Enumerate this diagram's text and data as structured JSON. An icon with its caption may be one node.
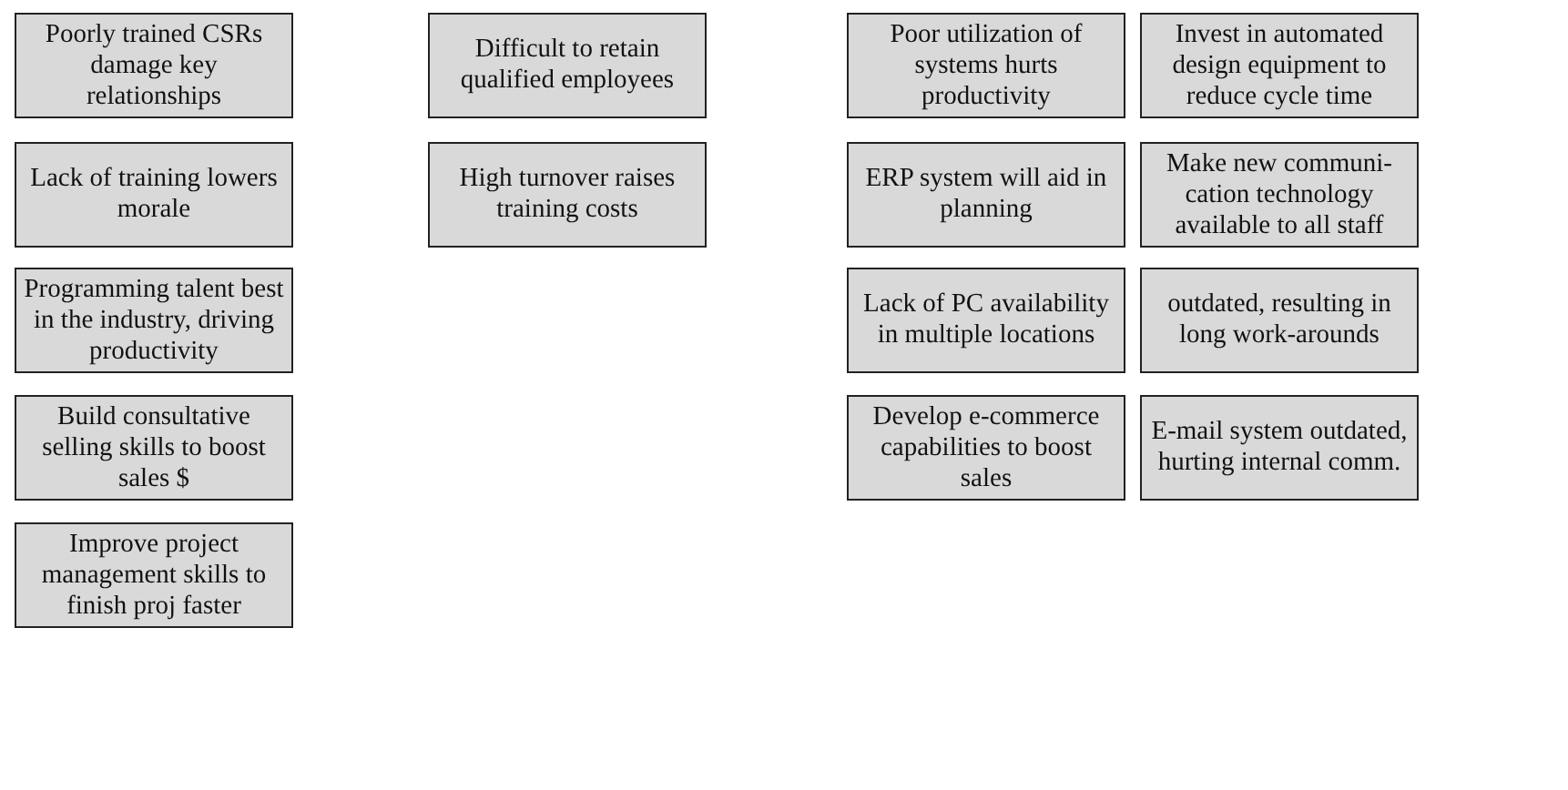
{
  "diagram": {
    "nodes": [
      {
        "text": [
          "Poorly trained CSRs damage key relationships"
        ]
      },
      {
        "text": [
          "Difficult to retain qualified employees"
        ]
      },
      {
        "text": [
          "Poor utilization of systems hurts productivity"
        ]
      },
      {
        "text": [
          "Invest in automated design equipment to reduce cycle time"
        ]
      },
      {
        "text": [
          "Lack of training lowers morale"
        ]
      },
      {
        "text": [
          "High turnover raises training costs"
        ]
      },
      {
        "text": [
          "ERP system will aid in planning"
        ]
      },
      {
        "text": [
          "Make new communi-cation technology available to all staff"
        ]
      },
      {
        "text": [
          "Programming talent best in the industry, driving productivity"
        ]
      },
      {
        "text": [
          "Lack of PC availability in multiple locations"
        ]
      },
      {
        "text": [
          "outdated, resulting in long work-arounds"
        ]
      },
      {
        "text": [
          "Build consultative selling skills to boost sales $"
        ]
      },
      {
        "text": [
          "Develop e-commerce capabilities to boost sales"
        ]
      },
      {
        "text": [
          "E-mail system outdated, hurting internal comm."
        ]
      },
      {
        "text": [
          "Improve project management skills to finish proj faster"
        ]
      }
    ]
  }
}
